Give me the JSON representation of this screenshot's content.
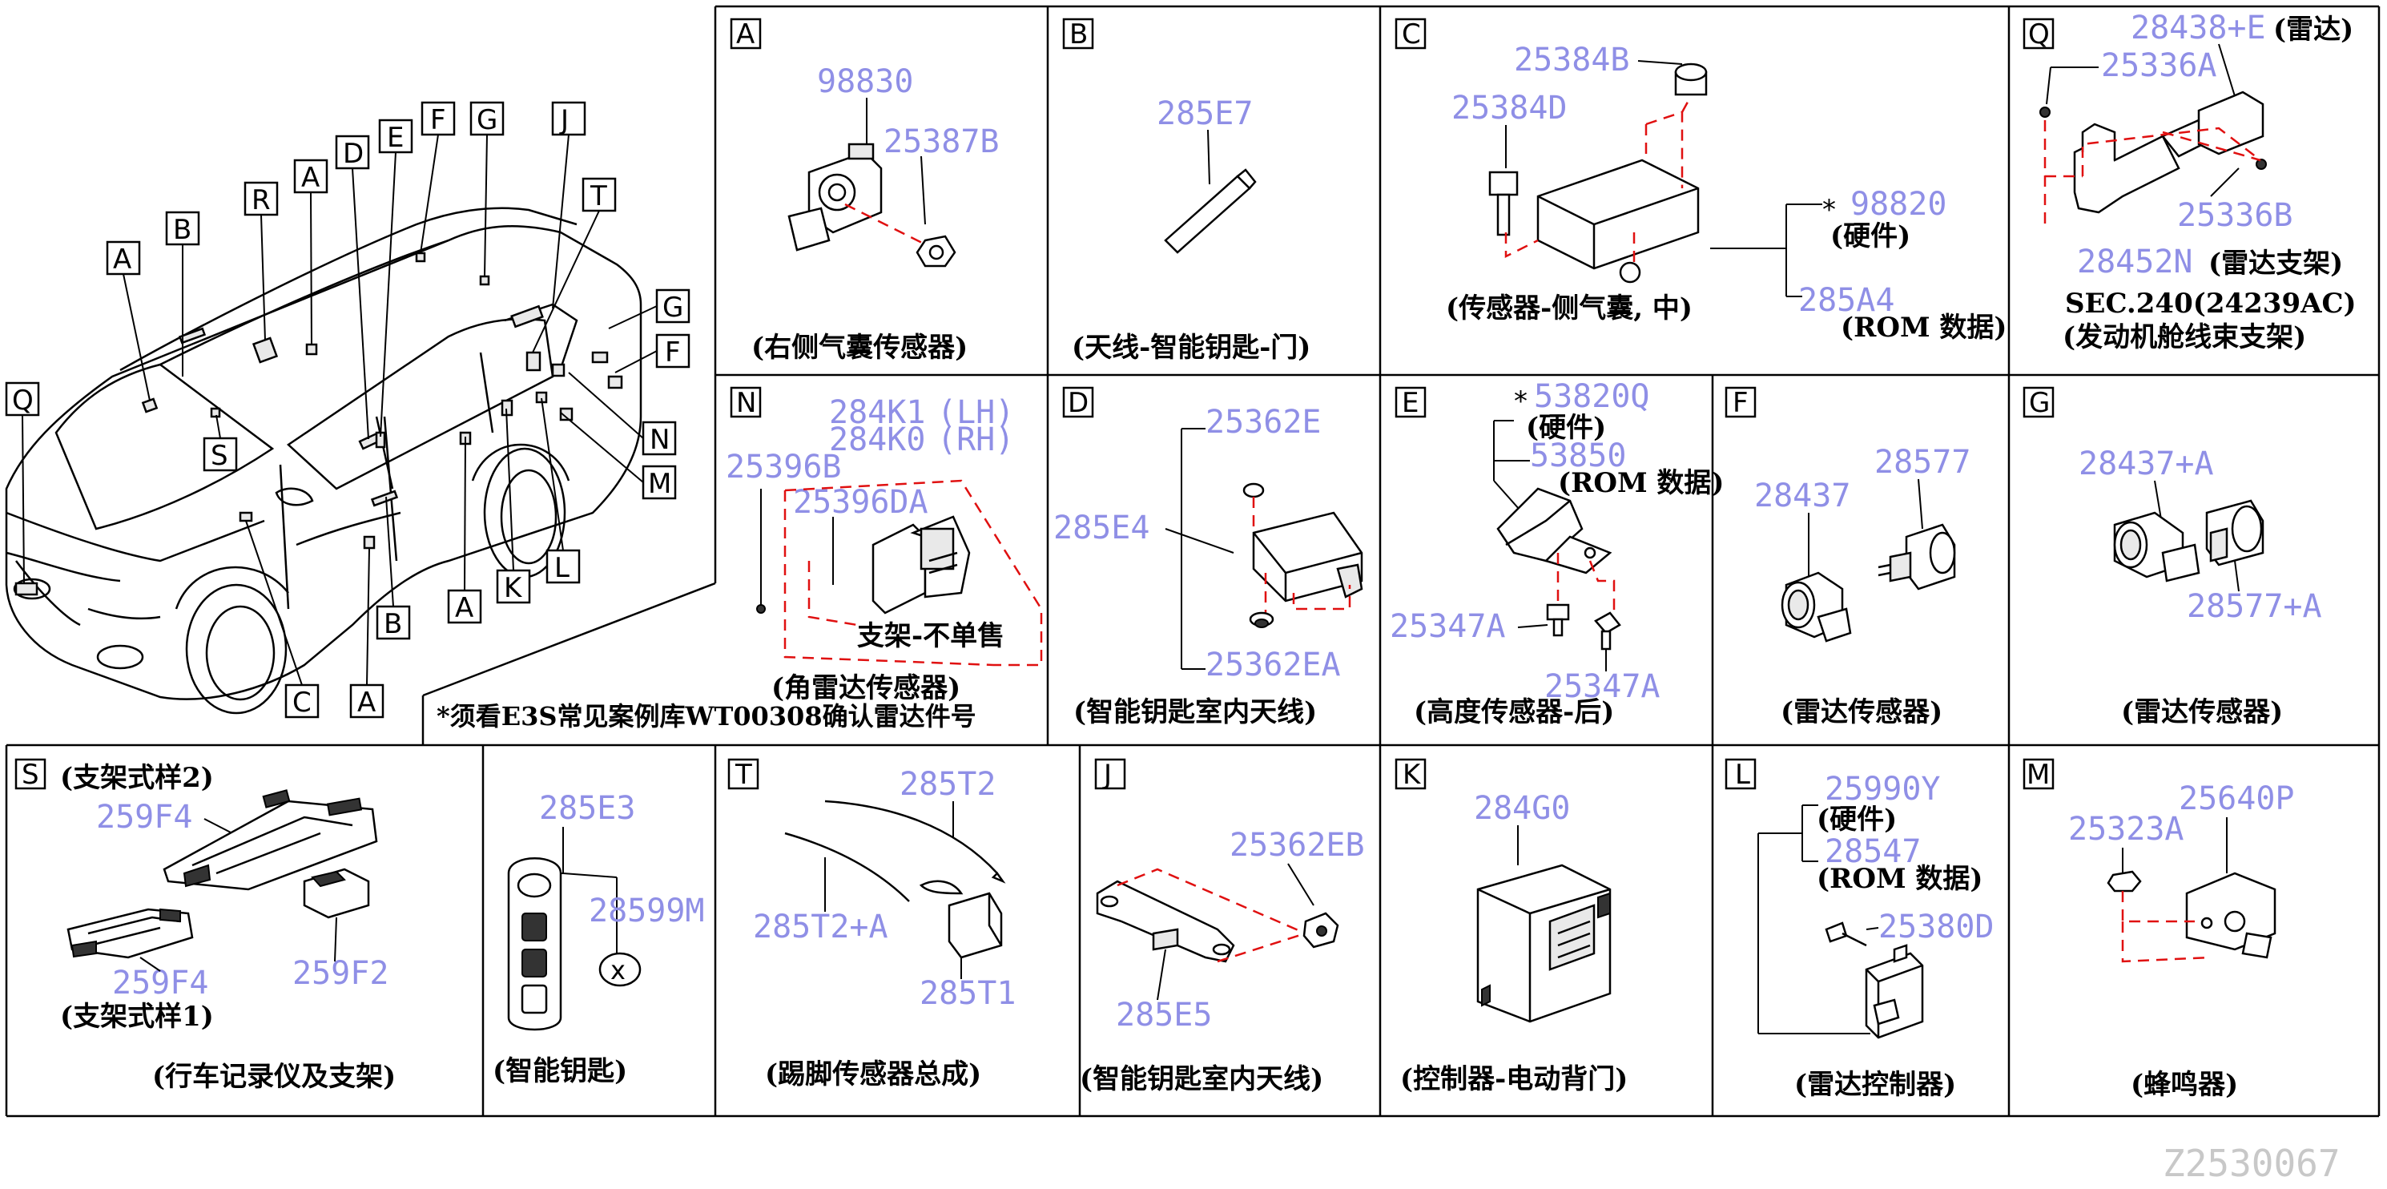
{
  "reference_code": "Z2530067",
  "overview": {
    "callouts": [
      "A",
      "B",
      "R",
      "A",
      "D",
      "E",
      "F",
      "G",
      "J",
      "T",
      "G",
      "F",
      "N",
      "M",
      "L",
      "K",
      "A",
      "B",
      "A",
      "C",
      "S",
      "Q"
    ],
    "footnote": "*须看E3S常见案例库WT00308确认雷达件号"
  },
  "panels": {
    "A": {
      "letter": "A",
      "parts": [
        "98830",
        "25387B"
      ],
      "caption": "(右侧气囊传感器)"
    },
    "B": {
      "letter": "B",
      "parts": [
        "285E7"
      ],
      "caption": "(天线-智能钥匙-门)"
    },
    "C": {
      "letter": "C",
      "parts": [
        "25384B",
        "25384D",
        "98820",
        "285A4"
      ],
      "star": "*",
      "hardware": "(硬件)",
      "rom": "(ROM 数据)",
      "caption": "(传感器-侧气囊, 中)"
    },
    "Q": {
      "letter": "Q",
      "parts": [
        "28438+E",
        "25336A",
        "25336B",
        "28452N"
      ],
      "radar": "(雷达)",
      "bracket": "(雷达支架)",
      "sec": "SEC.240(24239AC)",
      "caption": "(发动机舱线束支架)"
    },
    "N": {
      "letter": "N",
      "parts": [
        "284K1",
        "284K0",
        "25396B",
        "25396DA"
      ],
      "lh": "(LH)",
      "rh": "(RH)",
      "note": "支架-不单售",
      "caption": "(角雷达传感器)"
    },
    "D": {
      "letter": "D",
      "parts": [
        "25362E",
        "285E4",
        "25362EA"
      ],
      "caption": "(智能钥匙室内天线)"
    },
    "E": {
      "letter": "E",
      "parts": [
        "53820Q",
        "53850",
        "25347A",
        "25347A"
      ],
      "star": "*",
      "hardware": "(硬件)",
      "rom": "(ROM 数据)",
      "caption": "(高度传感器-后)"
    },
    "F": {
      "letter": "F",
      "parts": [
        "28437",
        "28577"
      ],
      "caption": "(雷达传感器)"
    },
    "G": {
      "letter": "G",
      "parts": [
        "28437+A",
        "28577+A"
      ],
      "caption": "(雷达传感器)"
    },
    "S": {
      "letter": "S",
      "parts": [
        "259F4",
        "259F4",
        "259F2"
      ],
      "style2": "(支架式样2)",
      "style1": "(支架式样1)",
      "caption": "(行车记录仪及支架)"
    },
    "key": {
      "parts": [
        "285E3",
        "28599M"
      ],
      "caption": "(智能钥匙)"
    },
    "T": {
      "letter": "T",
      "parts": [
        "285T2",
        "285T2+A",
        "285T1"
      ],
      "caption": "(踢脚传感器总成)"
    },
    "J": {
      "letter": "J",
      "parts": [
        "25362EB",
        "285E5"
      ],
      "caption": "(智能钥匙室内天线)"
    },
    "K": {
      "letter": "K",
      "parts": [
        "284G0"
      ],
      "caption": "(控制器-电动背门)"
    },
    "L": {
      "letter": "L",
      "parts": [
        "25990Y",
        "28547",
        "25380D"
      ],
      "hardware": "(硬件)",
      "rom": "(ROM 数据)",
      "caption": "(雷达控制器)"
    },
    "M": {
      "letter": "M",
      "parts": [
        "25640P",
        "25323A"
      ],
      "caption": "(蜂鸣器)"
    }
  },
  "colors": {
    "part_number": "#8f8fe6",
    "leader_dash": "#e01010",
    "line": "#000000",
    "reference": "#c8c8c8"
  }
}
